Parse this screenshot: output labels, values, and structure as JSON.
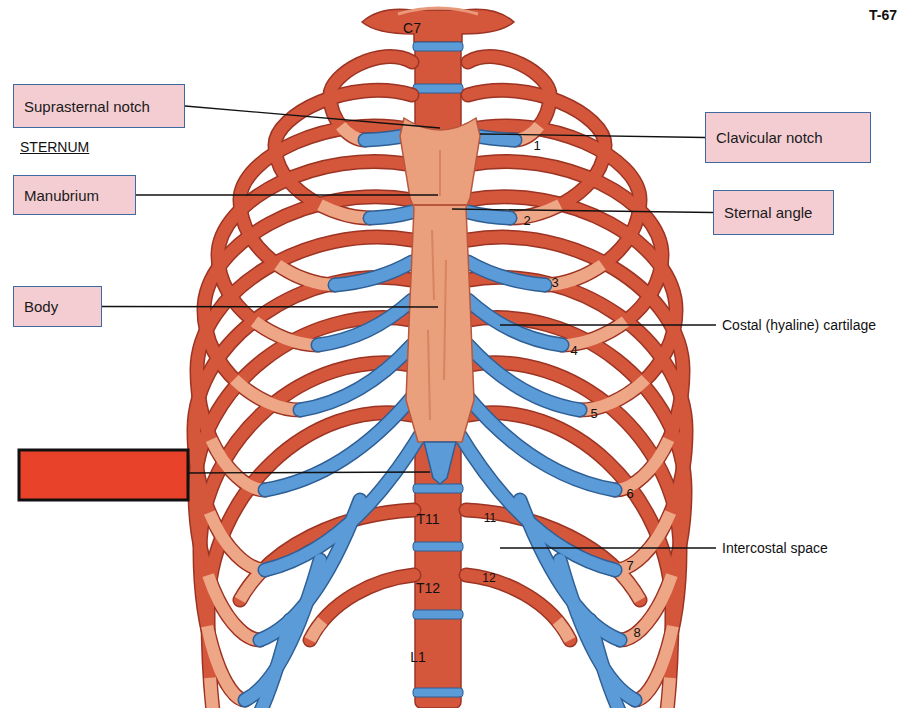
{
  "diagram": {
    "nodes": [
      {
        "text": [
          "Suprasternal notch"
        ]
      },
      {
        "text": [
          "Clavicular notch"
        ]
      },
      {
        "text": [
          "Manubrium"
        ]
      },
      {
        "text": [
          "Sternal angle"
        ]
      },
      {
        "text": [
          "Body"
        ]
      }
    ],
    "labels": [
      "T-67",
      "C7",
      "STERNUM",
      "1",
      "2",
      "3",
      "Costal (hyaline) cartilage",
      "4",
      "5",
      "6",
      "T11",
      "11",
      "Intercostal space",
      "7",
      "T12",
      "12",
      "8",
      "L1"
    ]
  }
}
